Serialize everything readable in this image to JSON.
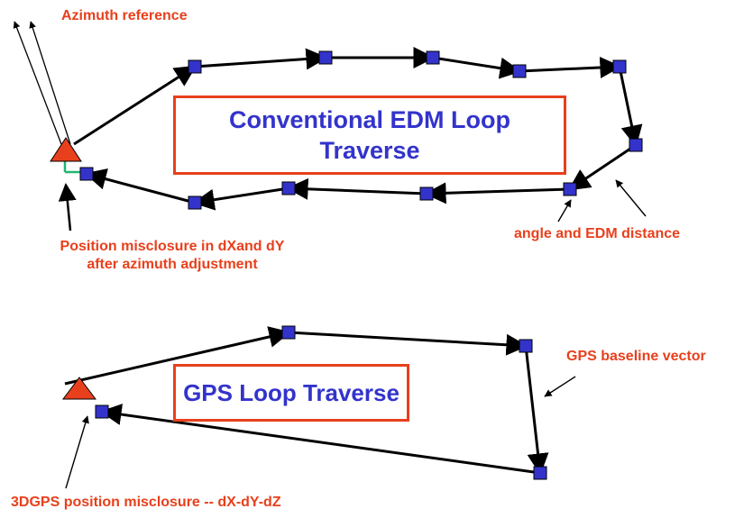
{
  "labels": {
    "azimuth_reference": "Azimuth reference",
    "position_misclosure_line1": "Position misclosure in dXand dY",
    "position_misclosure_line2": "after azimuth adjustment",
    "angle_edm": "angle and EDM distance",
    "gps_baseline": "GPS baseline vector",
    "gps_misclosure": "3DGPS position misclosure -- dX-dY-dZ"
  },
  "boxes": {
    "edm_title_line1": "Conventional EDM Loop",
    "edm_title_line2": "Traverse",
    "gps_title": "GPS Loop Traverse"
  },
  "colors": {
    "label_text": "#e8401c",
    "box_border": "#e8401c",
    "box_text": "#3333cc",
    "station_fill": "#3333cc",
    "control_fill": "#e8401c",
    "misclosure_marker": "#22b573",
    "line": "#000000"
  }
}
